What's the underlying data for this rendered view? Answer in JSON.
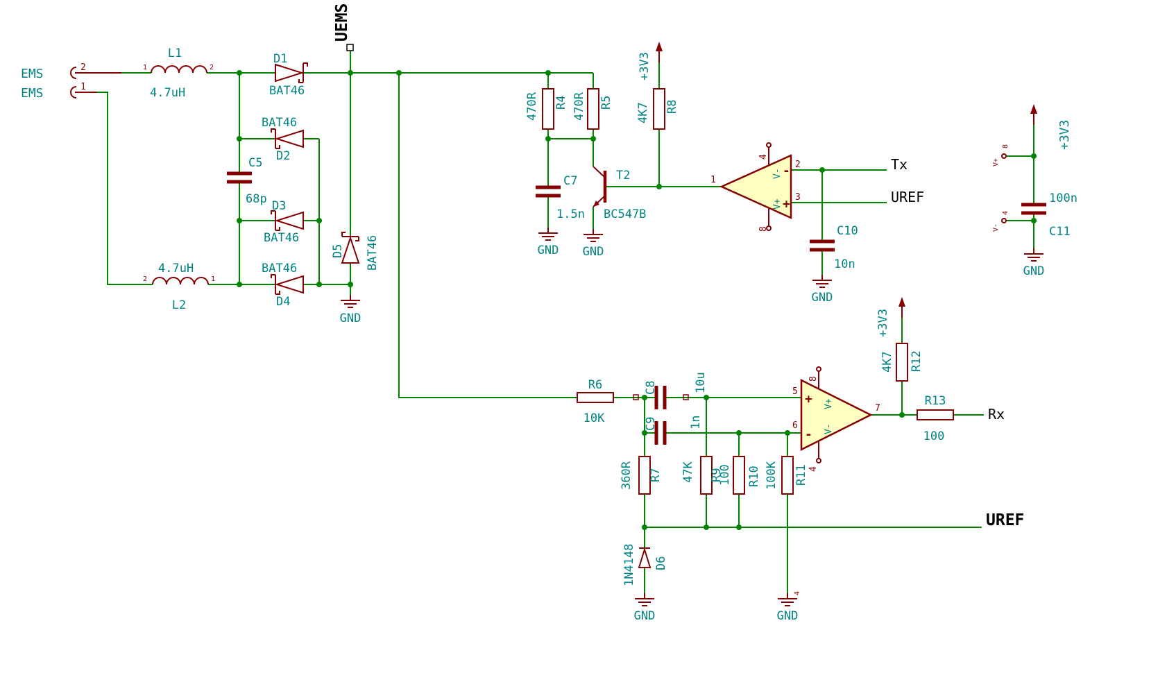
{
  "schematic": {
    "connector": {
      "ref_top": "EMS",
      "ref_bottom": "EMS",
      "pin_top": "2",
      "pin_bottom": "1"
    },
    "inductors": {
      "l1": {
        "ref": "L1",
        "value": "4.7uH",
        "pin_left": "1",
        "pin_right": "2"
      },
      "l2": {
        "ref": "L2",
        "value": "4.7uH",
        "pin_left": "2",
        "pin_right": "1"
      }
    },
    "diodes": {
      "d1": {
        "ref": "D1",
        "value": "BAT46"
      },
      "d2": {
        "ref": "D2",
        "value": "BAT46"
      },
      "d3": {
        "ref": "D3",
        "value": "BAT46"
      },
      "d4": {
        "ref": "D4",
        "value": "BAT46"
      },
      "d5": {
        "ref": "D5",
        "value": "BAT46"
      },
      "d6": {
        "ref": "D6",
        "value": "1N4148"
      }
    },
    "capacitors": {
      "c5": {
        "ref": "C5",
        "value": "68p"
      },
      "c7": {
        "ref": "C7",
        "value": "1.5n"
      },
      "c8": {
        "ref": "C8",
        "value": "10u"
      },
      "c9": {
        "ref": "C9",
        "value": "1n"
      },
      "c10": {
        "ref": "C10",
        "value": "10n"
      },
      "c11": {
        "ref": "C11",
        "value": "100n"
      }
    },
    "resistors": {
      "r4": {
        "ref": "R4",
        "value": "470R"
      },
      "r5": {
        "ref": "R5",
        "value": "470R"
      },
      "r6": {
        "ref": "R6",
        "value": "10K"
      },
      "r7": {
        "ref": "R7",
        "value": "360R"
      },
      "r8": {
        "ref": "R8",
        "value": "4K7"
      },
      "r9": {
        "ref": "R9",
        "value": "47K"
      },
      "r10": {
        "ref": "R10",
        "value": "100"
      },
      "r11": {
        "ref": "R11",
        "value": "100K"
      },
      "r12": {
        "ref": "R12",
        "value": "4K7"
      },
      "r13": {
        "ref": "R13",
        "value": "100"
      }
    },
    "transistor": {
      "ref": "T2",
      "value": "BC547B"
    },
    "opamp1": {
      "pin_out": "1",
      "pin_inv": "2",
      "pin_noninv": "3",
      "pin_vminus": "4",
      "pin_vplus": "8",
      "label_vplus": "V+",
      "label_vminus": "V-",
      "sign_plus": "+",
      "sign_minus": "-"
    },
    "opamp2": {
      "pin_noninv": "5",
      "pin_inv": "6",
      "pin_out": "7",
      "pin_vplus": "8",
      "pin_vminus": "4",
      "label_vplus": "V+",
      "label_vminus": "V-",
      "sign_plus": "+",
      "sign_minus": "-"
    },
    "power": {
      "v33": "+3V3",
      "gnd": "GND",
      "stub_vplus": "V+",
      "stub_vminus": "V-",
      "stub_pin8": "8",
      "stub_pin4": "4"
    },
    "net_labels": {
      "uems": "UEMS",
      "tx": "Tx",
      "uref": "UREF",
      "rx": "Rx",
      "uref_bottom": "UREF"
    },
    "colors": {
      "wire": "#008400",
      "device": "#840000",
      "field_text": "#008484",
      "opamp_fill": "#FFFFC2"
    }
  }
}
